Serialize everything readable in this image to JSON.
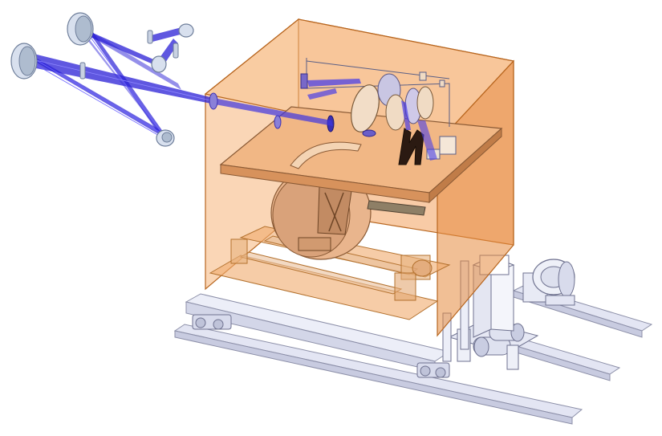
{
  "scene": {
    "background": "#ffffff",
    "colors": {
      "enclosure_fill": "#f3a05c",
      "enclosure_edge": "#b8661f",
      "table_fill": "#f1b785",
      "rail": "#e3e5f3",
      "rail_edge": "#8c8fa8",
      "beam": "#2a1fd6",
      "beam_light": "#6b63ff",
      "mirror_face": "#c9d6e8",
      "mirror_rim": "#7a8ca8",
      "drum": "#e9b58d",
      "dark_part": "#2b1a12"
    },
    "components": [
      "laser-beam-path",
      "periscope-mirrors",
      "shielding-enclosure",
      "optical-table",
      "rotary-drum",
      "support-frame",
      "linear-rails",
      "control-box",
      "cable-reel",
      "motor-unit"
    ]
  }
}
